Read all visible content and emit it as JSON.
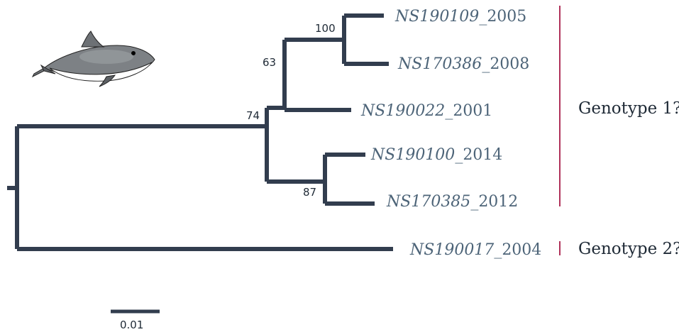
{
  "tree": {
    "tips": [
      {
        "id": "NS190109",
        "year": "_2005"
      },
      {
        "id": "NS170386",
        "year": "_2008"
      },
      {
        "id": "NS190022",
        "year": "_2001"
      },
      {
        "id": "NS190100",
        "year": "_2014"
      },
      {
        "id": "NS170385",
        "year": "_2012"
      },
      {
        "id": "NS190017",
        "year": "_2004"
      }
    ],
    "support_values": [
      "100",
      "63",
      "74",
      "87"
    ],
    "groups": [
      {
        "label": "Genotype 1?"
      },
      {
        "label": "Genotype 2?"
      }
    ],
    "scale_bar": {
      "label": "0.01"
    }
  },
  "colors": {
    "branch": "#323d4e",
    "tip_label": "#4d6478",
    "group_bar": "#b0325a",
    "text": "#1f2a36"
  },
  "illustration": {
    "name": "harbour porpoise"
  }
}
